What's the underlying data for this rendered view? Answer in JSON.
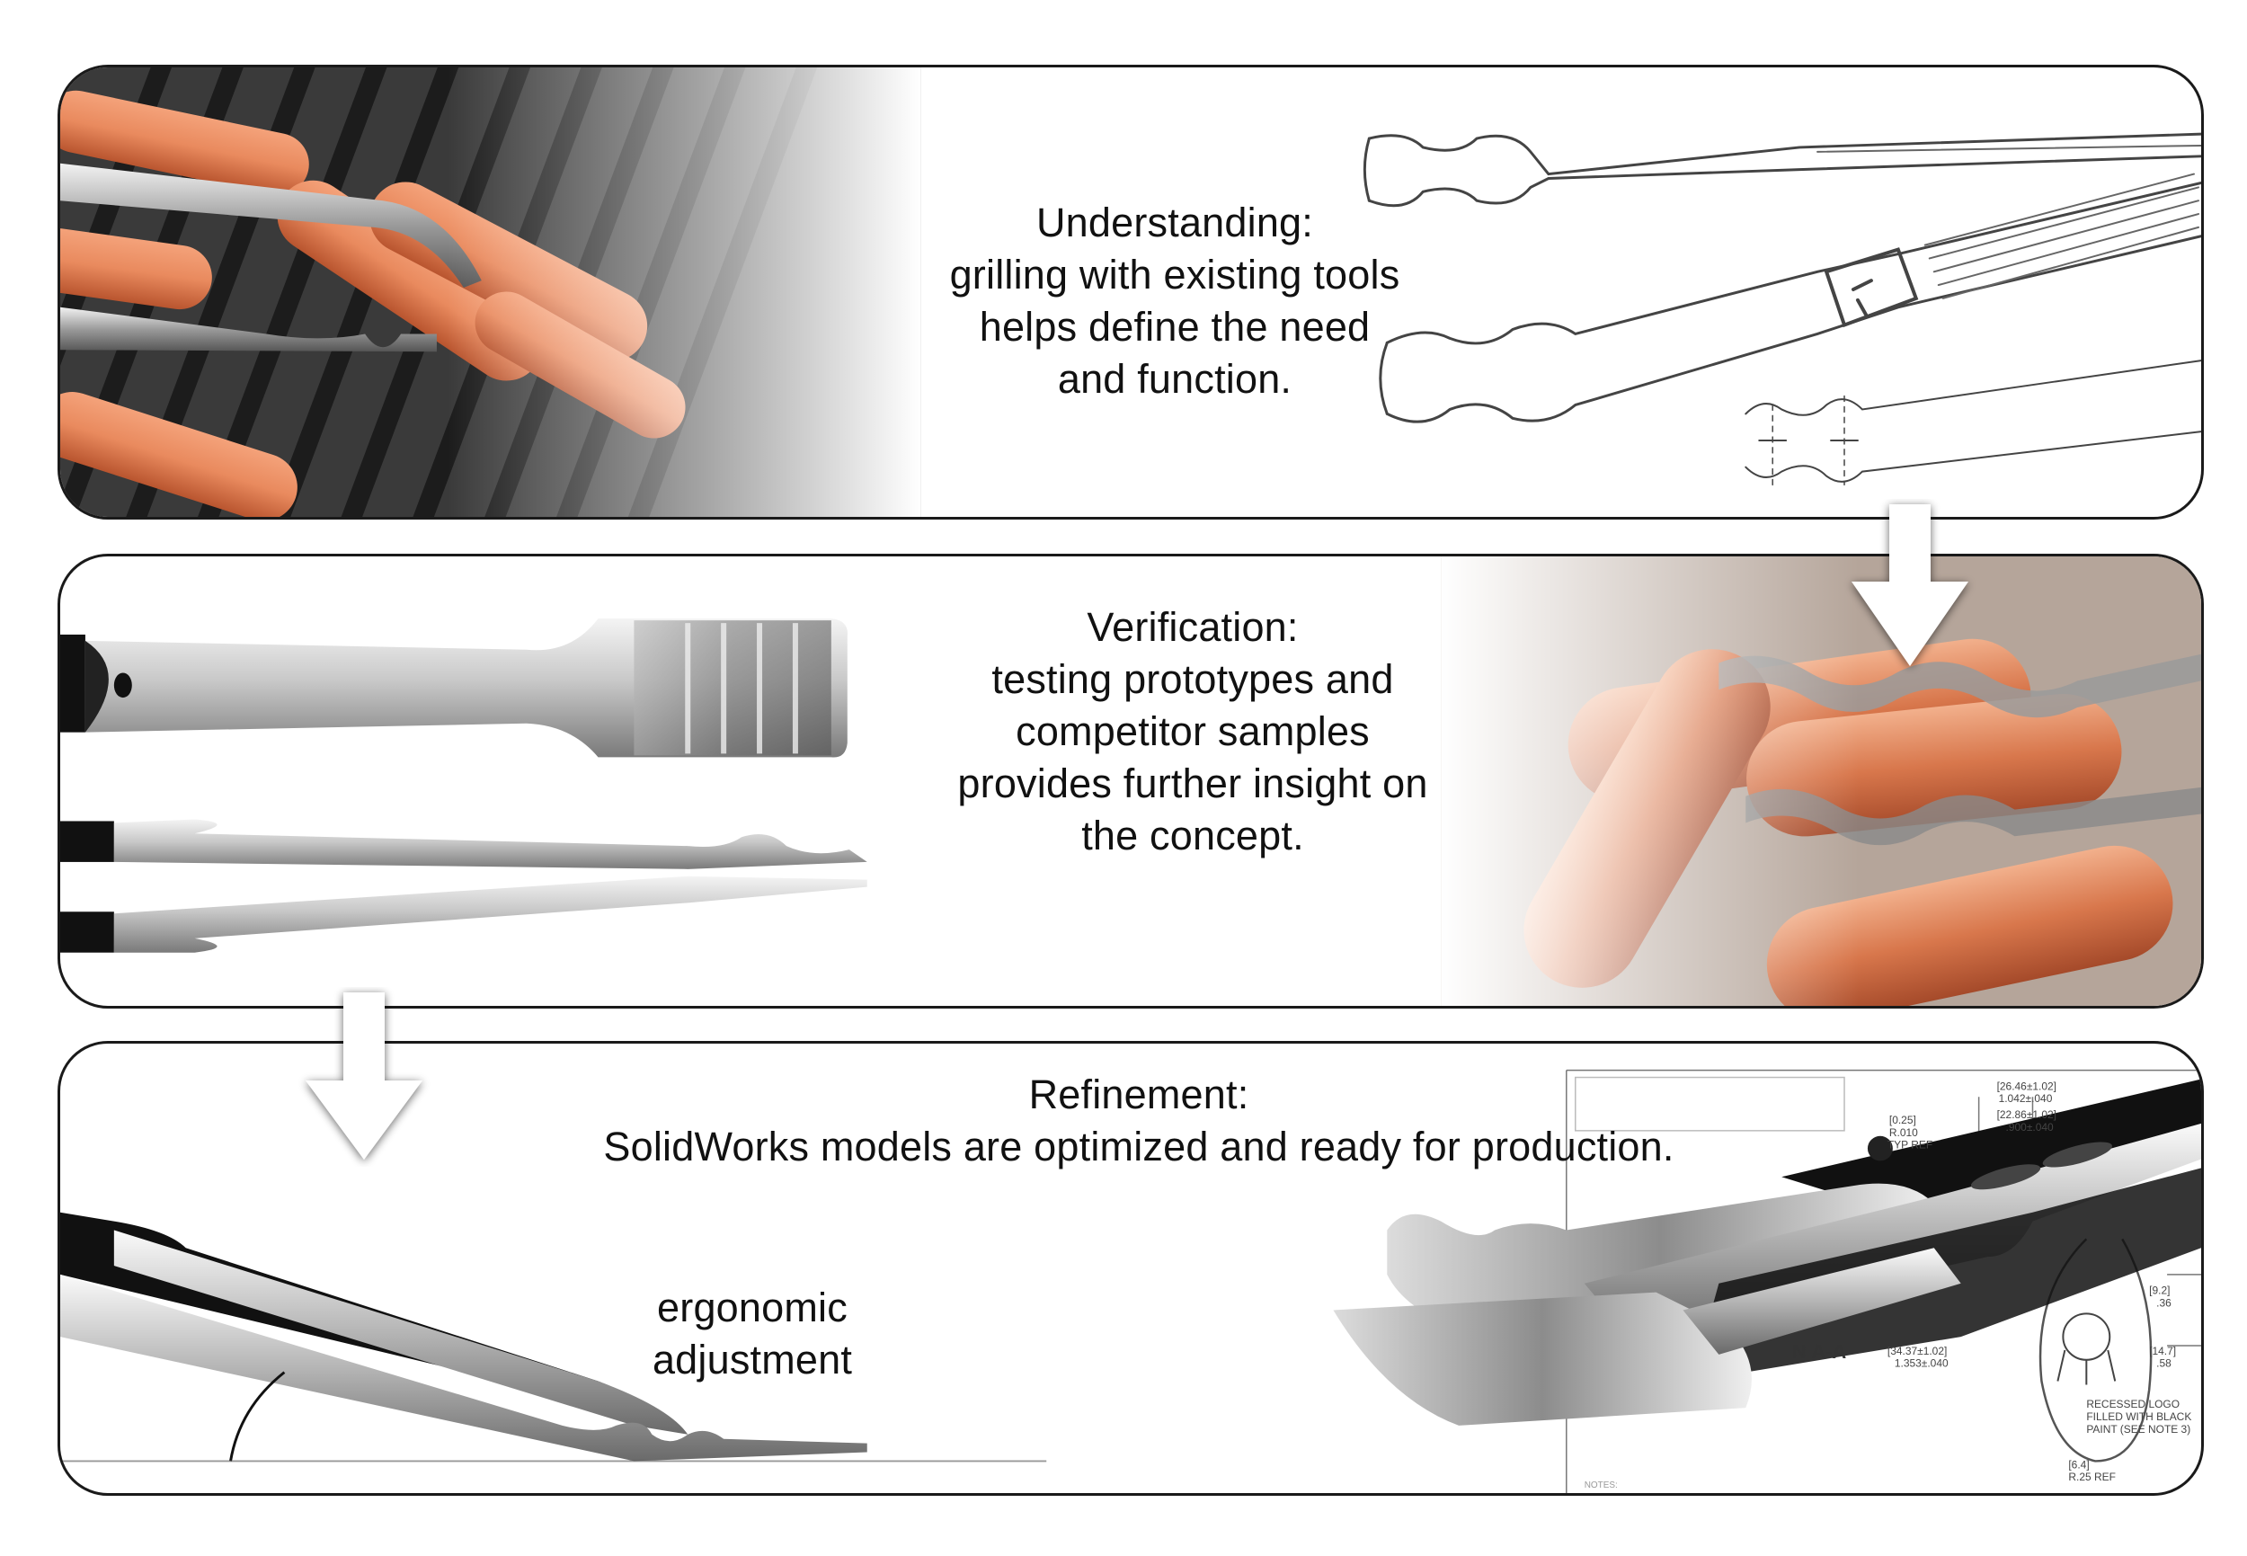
{
  "panels": [
    {
      "lines": [
        "Understanding:",
        "grilling with existing tools",
        "helps define the need",
        "and function."
      ]
    },
    {
      "lines": [
        "Verification:",
        "testing prototypes and",
        "competitor samples",
        "provides further insight on",
        "the concept."
      ]
    },
    {
      "lines": [
        "Refinement:",
        "SolidWorks models are optimized and ready for production."
      ],
      "note_lines": [
        "ergonomic",
        "adjustment"
      ]
    }
  ],
  "drawing_text": {
    "dim_a": "[26.46±1.02]",
    "dim_a2": "1.042±.040",
    "dim_b": "[22.86±1.02]",
    "dim_b2": ".900±.040",
    "dim_c": "[0.25]",
    "dim_c2": "R.010",
    "dim_c3": "TYP REF",
    "section": "N A-A",
    "dim_d": "[34.37±1.02]",
    "dim_d2": "1.353±.040",
    "dim_e": "[9.2]",
    "dim_e2": ".36",
    "dim_f": "[14.7]",
    "dim_f2": ".58",
    "logo_note1": "RECESSED LOGO",
    "logo_note2": "FILLED WITH BLACK",
    "logo_note3": "PAINT (SEE NOTE 3)",
    "dim_g": "[6.4]",
    "dim_g2": "R.25  REF",
    "notes": "NOTES:"
  },
  "colors": {
    "border": "#1a1a1a",
    "sausage": "#e98a5e",
    "sausage_dark": "#c9603a",
    "grill": "#2a2a2a",
    "steel_light": "#eeeeee",
    "steel_dark": "#8a8a8a",
    "handle": "#111111"
  }
}
